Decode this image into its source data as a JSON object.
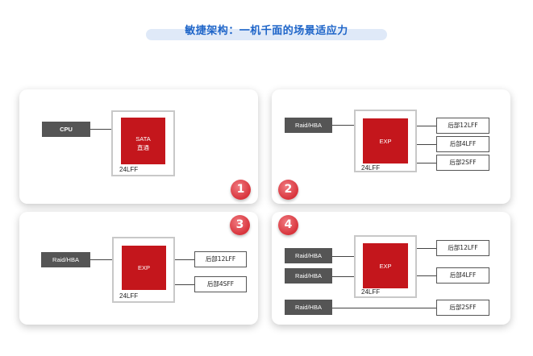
{
  "title": "敏捷架构：一机千面的场景适应力",
  "colors": {
    "title": "#1d64c8",
    "chip": "#c4161c",
    "host_box": "#555555",
    "badge": "#d8343c"
  },
  "panels": [
    {
      "badge": "1",
      "hosts": [
        "CPU"
      ],
      "chip": {
        "line1": "SATA",
        "line2": "直通"
      },
      "front": "24LFF",
      "rear": []
    },
    {
      "badge": "2",
      "hosts": [
        "Raid/HBA"
      ],
      "chip": {
        "line1": "EXP"
      },
      "front": "24LFF",
      "rear": [
        "后部12LFF",
        "后部4LFF",
        "后部2SFF"
      ]
    },
    {
      "badge": "3",
      "hosts": [
        "Raid/HBA"
      ],
      "chip": {
        "line1": "EXP"
      },
      "front": "24LFF",
      "rear": [
        "后部12LFF",
        "后部4SFF"
      ]
    },
    {
      "badge": "4",
      "hosts": [
        "Raid/HBA",
        "Raid/HBA",
        "Raid/HBA"
      ],
      "chip": {
        "line1": "EXP"
      },
      "front": "24LFF",
      "rear": [
        "后部12LFF",
        "后部4LFF",
        "后部2SFF"
      ]
    }
  ]
}
